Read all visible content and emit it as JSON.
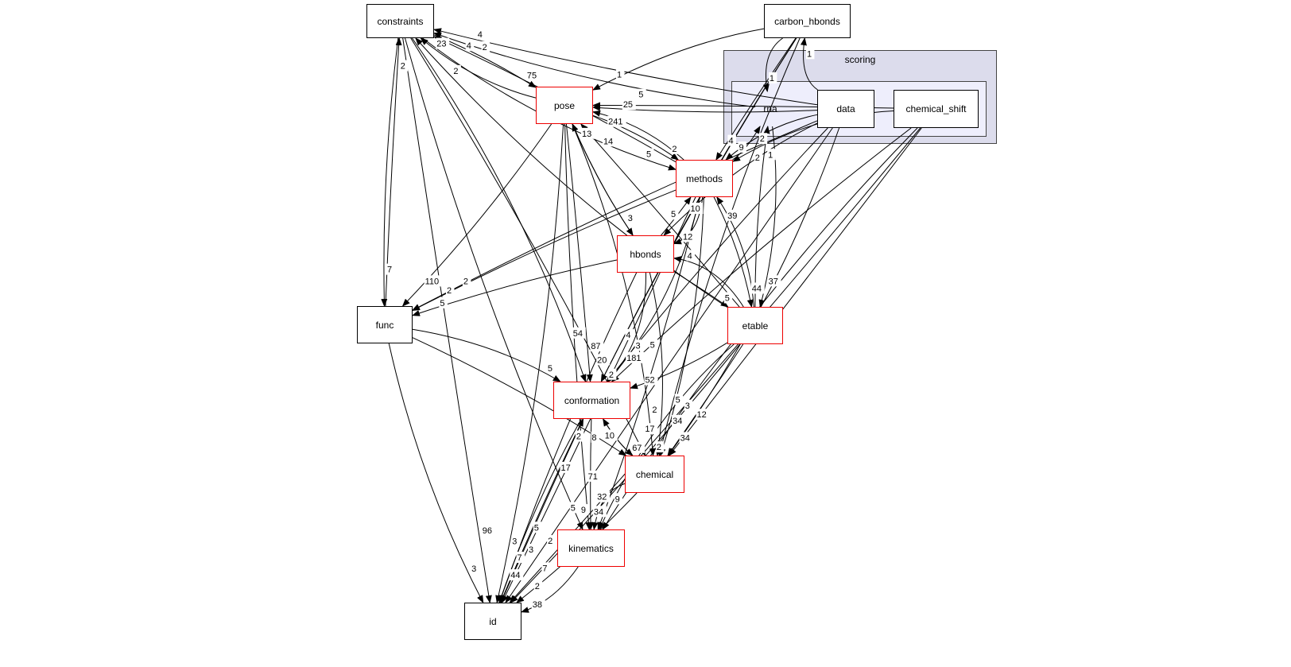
{
  "clusters": {
    "outer": {
      "label": "scoring",
      "color": "#dcdcec"
    },
    "inner": {
      "color": "#eeeefc"
    }
  },
  "nodes": [
    {
      "id": "constraints",
      "label": "constraints",
      "style": "black"
    },
    {
      "id": "carbon_hbonds",
      "label": "carbon_hbonds",
      "style": "black"
    },
    {
      "id": "rna",
      "label": "rna",
      "style": "plain"
    },
    {
      "id": "data",
      "label": "data",
      "style": "black"
    },
    {
      "id": "chemical_shift",
      "label": "chemical_shift",
      "style": "black"
    },
    {
      "id": "pose",
      "label": "pose",
      "style": "red"
    },
    {
      "id": "methods",
      "label": "methods",
      "style": "red"
    },
    {
      "id": "hbonds",
      "label": "hbonds",
      "style": "red"
    },
    {
      "id": "func",
      "label": "func",
      "style": "black"
    },
    {
      "id": "etable",
      "label": "etable",
      "style": "red"
    },
    {
      "id": "conformation",
      "label": "conformation",
      "style": "red"
    },
    {
      "id": "chemical",
      "label": "chemical",
      "style": "red"
    },
    {
      "id": "kinematics",
      "label": "kinematics",
      "style": "red"
    },
    {
      "id": "id",
      "label": "id",
      "style": "black"
    }
  ],
  "edges": [
    {
      "from": "constraints",
      "to": "pose",
      "label": "75"
    },
    {
      "from": "pose",
      "to": "constraints",
      "label": "23"
    },
    {
      "from": "constraints",
      "to": "func",
      "label": "7"
    },
    {
      "from": "func",
      "to": "constraints",
      "label": "2"
    },
    {
      "from": "constraints",
      "to": "methods",
      "label": "5"
    },
    {
      "from": "constraints",
      "to": "conformation",
      "label": "54"
    },
    {
      "from": "constraints",
      "to": "id",
      "label": "96"
    },
    {
      "from": "constraints",
      "to": "chemical",
      "label": "2"
    },
    {
      "from": "constraints",
      "to": "kinematics",
      "label": "17"
    },
    {
      "from": "methods",
      "to": "constraints",
      "label": "4"
    },
    {
      "from": "etable",
      "to": "constraints",
      "label": "2"
    },
    {
      "from": "rna",
      "to": "constraints",
      "label": "4"
    },
    {
      "from": "data",
      "to": "constraints",
      "label": "2"
    },
    {
      "from": "carbon_hbonds",
      "to": "pose",
      "label": "1"
    },
    {
      "from": "carbon_hbonds",
      "to": "rna",
      "label": "1"
    },
    {
      "from": "data",
      "to": "carbon_hbonds",
      "label": "1"
    },
    {
      "from": "carbon_hbonds",
      "to": "methods",
      "label": "4"
    },
    {
      "from": "carbon_hbonds",
      "to": "conformation",
      "label": "4"
    },
    {
      "from": "carbon_hbonds",
      "to": "chemical",
      "label": "5"
    },
    {
      "from": "carbon_hbonds",
      "to": "id",
      "label": "5"
    },
    {
      "from": "data",
      "to": "pose",
      "label": "25"
    },
    {
      "from": "chemical_shift",
      "to": "pose",
      "label": "5"
    },
    {
      "from": "pose",
      "to": "methods",
      "label": "2"
    },
    {
      "from": "methods",
      "to": "pose",
      "label": "241"
    },
    {
      "from": "pose",
      "to": "hbonds",
      "label": "3"
    },
    {
      "from": "hbonds",
      "to": "pose",
      "label": "13"
    },
    {
      "from": "etable",
      "to": "pose",
      "label": "14"
    },
    {
      "from": "pose",
      "to": "func",
      "label": "110"
    },
    {
      "from": "pose",
      "to": "conformation",
      "label": "87"
    },
    {
      "from": "pose",
      "to": "kinematics",
      "label": "71"
    },
    {
      "from": "pose",
      "to": "chemical",
      "label": "2"
    },
    {
      "from": "pose",
      "to": "id",
      "label": "3"
    },
    {
      "from": "methods",
      "to": "rna",
      "label": "2"
    },
    {
      "from": "data",
      "to": "methods",
      "label": "9"
    },
    {
      "from": "chemical_shift",
      "to": "methods",
      "label": "2"
    },
    {
      "from": "methods",
      "to": "hbonds",
      "label": "12"
    },
    {
      "from": "hbonds",
      "to": "methods",
      "label": "10"
    },
    {
      "from": "methods",
      "to": "etable",
      "label": "44"
    },
    {
      "from": "etable",
      "to": "methods",
      "label": "39"
    },
    {
      "from": "methods",
      "to": "func",
      "label": "2"
    },
    {
      "from": "methods",
      "to": "conformation",
      "label": "181"
    },
    {
      "from": "methods",
      "to": "chemical",
      "label": "34"
    },
    {
      "from": "methods",
      "to": "kinematics",
      "label": "32"
    },
    {
      "from": "methods",
      "to": "id",
      "label": "3"
    },
    {
      "from": "hbonds",
      "to": "func",
      "label": "5"
    },
    {
      "from": "hbonds",
      "to": "conformation",
      "label": "20"
    },
    {
      "from": "hbonds",
      "to": "chemical",
      "label": "17"
    },
    {
      "from": "hbonds",
      "to": "id",
      "label": "7"
    },
    {
      "from": "hbonds",
      "to": "etable",
      "label": "5"
    },
    {
      "from": "etable",
      "to": "hbonds",
      "label": "4"
    },
    {
      "from": "etable",
      "to": "rna",
      "label": "1"
    },
    {
      "from": "rna",
      "to": "etable",
      "label": "37"
    },
    {
      "from": "etable",
      "to": "conformation",
      "label": "52"
    },
    {
      "from": "etable",
      "to": "chemical",
      "label": "34"
    },
    {
      "from": "etable",
      "to": "kinematics",
      "label": "9"
    },
    {
      "from": "etable",
      "to": "id",
      "label": "7"
    },
    {
      "from": "func",
      "to": "conformation",
      "label": "5"
    },
    {
      "from": "func",
      "to": "chemical",
      "label": "10"
    },
    {
      "from": "func",
      "to": "id",
      "label": "3"
    },
    {
      "from": "conformation",
      "to": "chemical",
      "label": "67"
    },
    {
      "from": "chemical",
      "to": "conformation",
      "label": "8"
    },
    {
      "from": "conformation",
      "to": "kinematics",
      "label": "34"
    },
    {
      "from": "conformation",
      "to": "id",
      "label": "44"
    },
    {
      "from": "id",
      "to": "conformation",
      "label": "2"
    },
    {
      "from": "chemical",
      "to": "kinematics",
      "label": "9"
    },
    {
      "from": "chemical",
      "to": "id",
      "label": "2"
    },
    {
      "from": "kinematics",
      "to": "id",
      "label": "38"
    },
    {
      "from": "data",
      "to": "func",
      "label": "2"
    },
    {
      "from": "data",
      "to": "hbonds",
      "label": "5"
    },
    {
      "from": "data",
      "to": "conformation",
      "label": "3"
    },
    {
      "from": "data",
      "to": "chemical",
      "label": "12"
    },
    {
      "from": "data",
      "to": "id",
      "label": "2"
    },
    {
      "from": "chemical_shift",
      "to": "conformation",
      "label": "5"
    },
    {
      "from": "chemical_shift",
      "to": "chemical",
      "label": "3"
    },
    {
      "from": "chemical_shift",
      "to": "kinematics",
      "label": "2"
    },
    {
      "from": "chemical_shift",
      "to": "id",
      "label": "5"
    }
  ]
}
